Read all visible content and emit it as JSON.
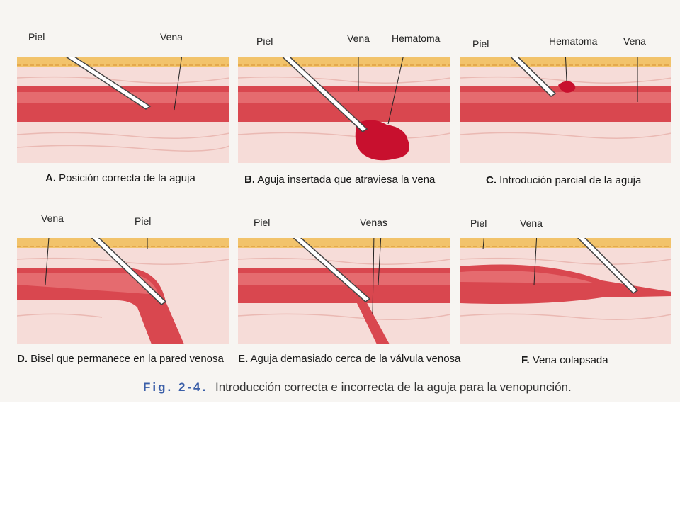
{
  "panels": [
    {
      "letter": "A.",
      "caption": "Posición correcta de la aguja",
      "labels": {
        "skin": "Piel",
        "vein": "Vena"
      }
    },
    {
      "letter": "B.",
      "caption": "Aguja insertada que atraviesa la vena",
      "labels": {
        "skin": "Piel",
        "vein": "Vena",
        "hematoma": "Hematoma"
      }
    },
    {
      "letter": "C.",
      "caption": "Introdución parcial de la aguja",
      "labels": {
        "skin": "Piel",
        "hematoma": "Hematoma",
        "vein": "Vena"
      }
    },
    {
      "letter": "D.",
      "caption": "Bisel que permanece en la pared venosa",
      "labels": {
        "vein": "Vena",
        "skin": "Piel"
      }
    },
    {
      "letter": "E.",
      "caption": "Aguja demasiado cerca de la válvula venosa",
      "labels": {
        "skin": "Piel",
        "veins": "Venas"
      }
    },
    {
      "letter": "F.",
      "caption": "Vena colapsada",
      "labels": {
        "skin": "Piel",
        "vein": "Vena"
      }
    }
  ],
  "figure": {
    "tag": "Fig. 2-4.",
    "caption": "Introducción correcta e incorrecta de la aguja para la venopunción."
  },
  "colors": {
    "skin": "#f2c36b",
    "tissue": "#f6dcd8",
    "vein": "#d9474f",
    "vein_light": "#e56b6f",
    "hematoma": "#c8102e"
  }
}
